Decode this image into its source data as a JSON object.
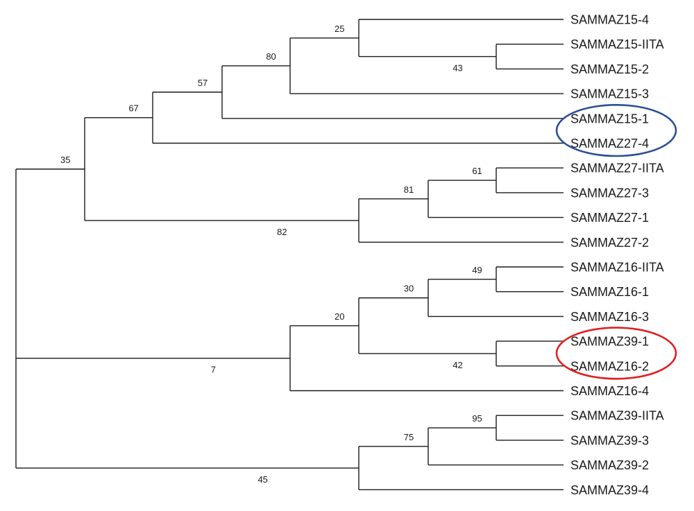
{
  "tree": {
    "name": "root",
    "children": [
      {
        "name": "n35",
        "support": "35",
        "children": [
          {
            "name": "n67",
            "support": "67",
            "children": [
              {
                "name": "n57",
                "support": "57",
                "children": [
                  {
                    "name": "n80",
                    "support": "80",
                    "children": [
                      {
                        "name": "n25",
                        "support": "25",
                        "children": [
                          {
                            "leaf": "SAMMAZ15-4"
                          },
                          {
                            "name": "n43",
                            "support": "43",
                            "children": [
                              {
                                "leaf": "SAMMAZ15-IITA"
                              },
                              {
                                "leaf": "SAMMAZ15-2"
                              }
                            ]
                          }
                        ]
                      },
                      {
                        "leaf": "SAMMAZ15-3"
                      }
                    ]
                  },
                  {
                    "leaf": "SAMMAZ15-1"
                  }
                ]
              },
              {
                "leaf": "SAMMAZ27-4"
              }
            ]
          },
          {
            "name": "n82",
            "support": "82",
            "children": [
              {
                "name": "n81",
                "support": "81",
                "children": [
                  {
                    "name": "n61",
                    "support": "61",
                    "children": [
                      {
                        "leaf": "SAMMAZ27-IITA"
                      },
                      {
                        "leaf": "SAMMAZ27-3"
                      }
                    ]
                  },
                  {
                    "leaf": "SAMMAZ27-1"
                  }
                ]
              },
              {
                "leaf": "SAMMAZ27-2"
              }
            ]
          }
        ]
      },
      {
        "name": "n7",
        "support": "7",
        "children": [
          {
            "name": "n20",
            "support": "20",
            "children": [
              {
                "name": "n30",
                "support": "30",
                "children": [
                  {
                    "name": "n49",
                    "support": "49",
                    "children": [
                      {
                        "leaf": "SAMMAZ16-IITA"
                      },
                      {
                        "leaf": "SAMMAZ16-1"
                      }
                    ]
                  },
                  {
                    "leaf": "SAMMAZ16-3"
                  }
                ]
              },
              {
                "name": "n42",
                "support": "42",
                "children": [
                  {
                    "leaf": "SAMMAZ39-1"
                  },
                  {
                    "leaf": "SAMMAZ16-2"
                  }
                ]
              }
            ]
          },
          {
            "leaf": "SAMMAZ16-4"
          }
        ]
      },
      {
        "name": "n45",
        "support": "45",
        "children": [
          {
            "name": "n75",
            "support": "75",
            "children": [
              {
                "name": "n95",
                "support": "95",
                "children": [
                  {
                    "leaf": "SAMMAZ39-IITA"
                  },
                  {
                    "leaf": "SAMMAZ39-3"
                  }
                ]
              },
              {
                "leaf": "SAMMAZ39-2"
              }
            ]
          },
          {
            "leaf": "SAMMAZ39-4"
          }
        ]
      }
    ]
  },
  "highlights": [
    {
      "name": "highlight-blue",
      "color": "#2c4f94",
      "leaves": [
        "SAMMAZ15-1",
        "SAMMAZ27-4"
      ]
    },
    {
      "name": "highlight-red",
      "color": "#e02020",
      "leaves": [
        "SAMMAZ39-1",
        "SAMMAZ16-2"
      ]
    }
  ]
}
